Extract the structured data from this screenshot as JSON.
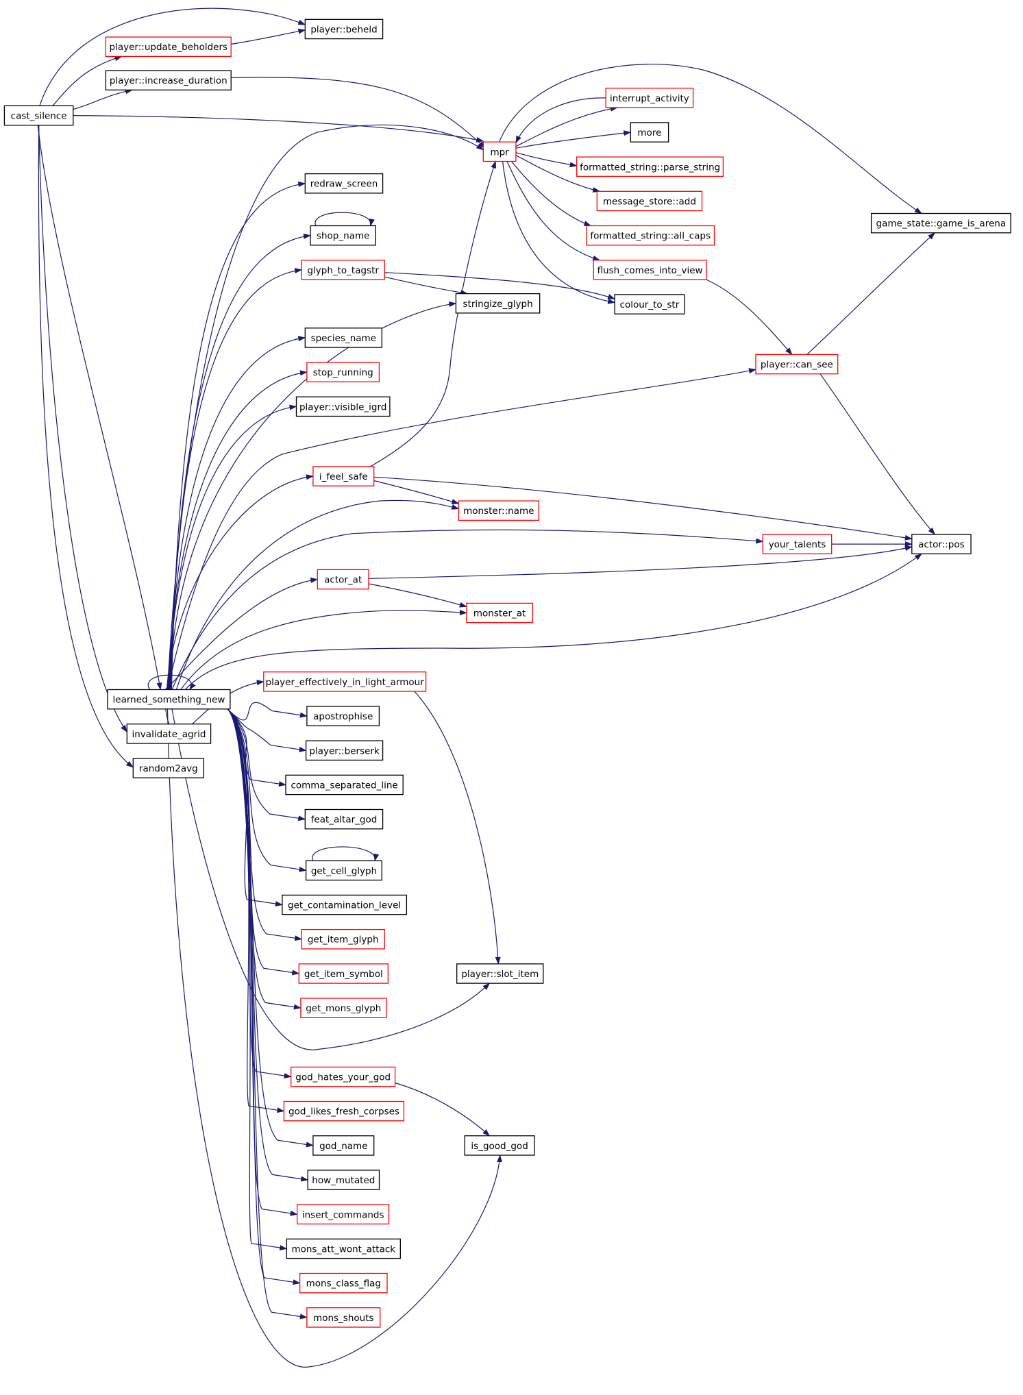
{
  "colors": {
    "edge": "#191970",
    "border_documented": "#000000",
    "border_undocumented": "#ff0000",
    "root_fill": "#bfbfbf"
  },
  "nodes": [
    {
      "id": "cast_silence",
      "label": "cast_silence",
      "style": "root"
    },
    {
      "id": "beheld",
      "label": "player::beheld",
      "style": "black"
    },
    {
      "id": "update_beholders",
      "label": "player::update_beholders",
      "style": "red"
    },
    {
      "id": "increase_duration",
      "label": "player::increase_duration",
      "style": "black"
    },
    {
      "id": "interrupt_activity",
      "label": "interrupt_activity",
      "style": "red"
    },
    {
      "id": "mpr",
      "label": "mpr",
      "style": "red"
    },
    {
      "id": "more",
      "label": "more",
      "style": "black"
    },
    {
      "id": "parse_string",
      "label": "formatted_string::parse_string",
      "style": "red"
    },
    {
      "id": "msg_add",
      "label": "message_store::add",
      "style": "red"
    },
    {
      "id": "redraw_screen",
      "label": "redraw_screen",
      "style": "black"
    },
    {
      "id": "game_is_arena",
      "label": "game_state::game_is_arena",
      "style": "black"
    },
    {
      "id": "shop_name",
      "label": "shop_name",
      "style": "black"
    },
    {
      "id": "all_caps",
      "label": "formatted_string::all_caps",
      "style": "red"
    },
    {
      "id": "glyph_to_tagstr",
      "label": "glyph_to_tagstr",
      "style": "red"
    },
    {
      "id": "flush_comes",
      "label": "flush_comes_into_view",
      "style": "red"
    },
    {
      "id": "stringize_glyph",
      "label": "stringize_glyph",
      "style": "black"
    },
    {
      "id": "colour_to_str",
      "label": "colour_to_str",
      "style": "black"
    },
    {
      "id": "species_name",
      "label": "species_name",
      "style": "black"
    },
    {
      "id": "can_see",
      "label": "player::can_see",
      "style": "red"
    },
    {
      "id": "stop_running",
      "label": "stop_running",
      "style": "red"
    },
    {
      "id": "visible_igrd",
      "label": "player::visible_igrd",
      "style": "black"
    },
    {
      "id": "i_feel_safe",
      "label": "i_feel_safe",
      "style": "red"
    },
    {
      "id": "monster_name",
      "label": "monster::name",
      "style": "red"
    },
    {
      "id": "your_talents",
      "label": "your_talents",
      "style": "red"
    },
    {
      "id": "actor_pos",
      "label": "actor::pos",
      "style": "black"
    },
    {
      "id": "actor_at",
      "label": "actor_at",
      "style": "red"
    },
    {
      "id": "monster_at",
      "label": "monster_at",
      "style": "red"
    },
    {
      "id": "light_armour",
      "label": "player_effectively_in_light_armour",
      "style": "red"
    },
    {
      "id": "learned",
      "label": "learned_something_new",
      "style": "black"
    },
    {
      "id": "apostrophise",
      "label": "apostrophise",
      "style": "black"
    },
    {
      "id": "invalidate_agrid",
      "label": "invalidate_agrid",
      "style": "black"
    },
    {
      "id": "berserk",
      "label": "player::berserk",
      "style": "black"
    },
    {
      "id": "random2avg",
      "label": "random2avg",
      "style": "black"
    },
    {
      "id": "comma_line",
      "label": "comma_separated_line",
      "style": "black"
    },
    {
      "id": "feat_altar_god",
      "label": "feat_altar_god",
      "style": "black"
    },
    {
      "id": "get_cell_glyph",
      "label": "get_cell_glyph",
      "style": "black"
    },
    {
      "id": "contamination",
      "label": "get_contamination_level",
      "style": "black"
    },
    {
      "id": "get_item_glyph",
      "label": "get_item_glyph",
      "style": "red"
    },
    {
      "id": "get_item_symbol",
      "label": "get_item_symbol",
      "style": "red"
    },
    {
      "id": "slot_item",
      "label": "player::slot_item",
      "style": "black"
    },
    {
      "id": "get_mons_glyph",
      "label": "get_mons_glyph",
      "style": "red"
    },
    {
      "id": "god_hates",
      "label": "god_hates_your_god",
      "style": "red"
    },
    {
      "id": "god_likes",
      "label": "god_likes_fresh_corpses",
      "style": "red"
    },
    {
      "id": "god_name",
      "label": "god_name",
      "style": "black"
    },
    {
      "id": "is_good_god",
      "label": "is_good_god",
      "style": "black"
    },
    {
      "id": "how_mutated",
      "label": "how_mutated",
      "style": "black"
    },
    {
      "id": "insert_commands",
      "label": "insert_commands",
      "style": "red"
    },
    {
      "id": "wont_attack",
      "label": "mons_att_wont_attack",
      "style": "black"
    },
    {
      "id": "mons_class_flag",
      "label": "mons_class_flag",
      "style": "red"
    },
    {
      "id": "mons_shouts",
      "label": "mons_shouts",
      "style": "red"
    }
  ],
  "edges": [
    [
      "cast_silence",
      "beheld"
    ],
    [
      "cast_silence",
      "update_beholders"
    ],
    [
      "update_beholders",
      "beheld"
    ],
    [
      "cast_silence",
      "increase_duration"
    ],
    [
      "increase_duration",
      "mpr"
    ],
    [
      "cast_silence",
      "mpr"
    ],
    [
      "cast_silence",
      "learned"
    ],
    [
      "cast_silence",
      "invalidate_agrid"
    ],
    [
      "cast_silence",
      "random2avg"
    ],
    [
      "mpr",
      "interrupt_activity"
    ],
    [
      "mpr",
      "more"
    ],
    [
      "mpr",
      "parse_string"
    ],
    [
      "mpr",
      "msg_add"
    ],
    [
      "mpr",
      "all_caps"
    ],
    [
      "mpr",
      "flush_comes"
    ],
    [
      "mpr",
      "colour_to_str"
    ],
    [
      "mpr",
      "game_is_arena"
    ],
    [
      "interrupt_activity",
      "mpr"
    ],
    [
      "flush_comes",
      "can_see"
    ],
    [
      "can_see",
      "game_is_arena"
    ],
    [
      "can_see",
      "actor_pos"
    ],
    [
      "glyph_to_tagstr",
      "stringize_glyph"
    ],
    [
      "glyph_to_tagstr",
      "colour_to_str"
    ],
    [
      "shop_name",
      "shop_name"
    ],
    [
      "i_feel_safe",
      "mpr"
    ],
    [
      "i_feel_safe",
      "monster_name"
    ],
    [
      "i_feel_safe",
      "actor_pos"
    ],
    [
      "your_talents",
      "actor_pos"
    ],
    [
      "actor_at",
      "monster_at"
    ],
    [
      "actor_at",
      "actor_pos"
    ],
    [
      "light_armour",
      "slot_item"
    ],
    [
      "god_hates",
      "is_good_god"
    ],
    [
      "get_cell_glyph",
      "get_cell_glyph"
    ],
    [
      "learned",
      "learned"
    ],
    [
      "learned",
      "mpr"
    ],
    [
      "learned",
      "redraw_screen"
    ],
    [
      "learned",
      "shop_name"
    ],
    [
      "learned",
      "glyph_to_tagstr"
    ],
    [
      "learned",
      "stringize_glyph"
    ],
    [
      "learned",
      "species_name"
    ],
    [
      "learned",
      "stop_running"
    ],
    [
      "learned",
      "visible_igrd"
    ],
    [
      "learned",
      "can_see"
    ],
    [
      "learned",
      "i_feel_safe"
    ],
    [
      "learned",
      "monster_name"
    ],
    [
      "learned",
      "your_talents"
    ],
    [
      "learned",
      "actor_at"
    ],
    [
      "learned",
      "monster_at"
    ],
    [
      "learned",
      "actor_pos"
    ],
    [
      "learned",
      "light_armour"
    ],
    [
      "learned",
      "apostrophise"
    ],
    [
      "learned",
      "berserk"
    ],
    [
      "learned",
      "comma_line"
    ],
    [
      "learned",
      "feat_altar_god"
    ],
    [
      "learned",
      "get_cell_glyph"
    ],
    [
      "learned",
      "contamination"
    ],
    [
      "learned",
      "get_item_glyph"
    ],
    [
      "learned",
      "get_item_symbol"
    ],
    [
      "learned",
      "get_mons_glyph"
    ],
    [
      "learned",
      "slot_item"
    ],
    [
      "learned",
      "god_hates"
    ],
    [
      "learned",
      "god_likes"
    ],
    [
      "learned",
      "god_name"
    ],
    [
      "learned",
      "how_mutated"
    ],
    [
      "learned",
      "insert_commands"
    ],
    [
      "learned",
      "wont_attack"
    ],
    [
      "learned",
      "mons_class_flag"
    ],
    [
      "learned",
      "mons_shouts"
    ],
    [
      "learned",
      "is_good_god"
    ]
  ]
}
